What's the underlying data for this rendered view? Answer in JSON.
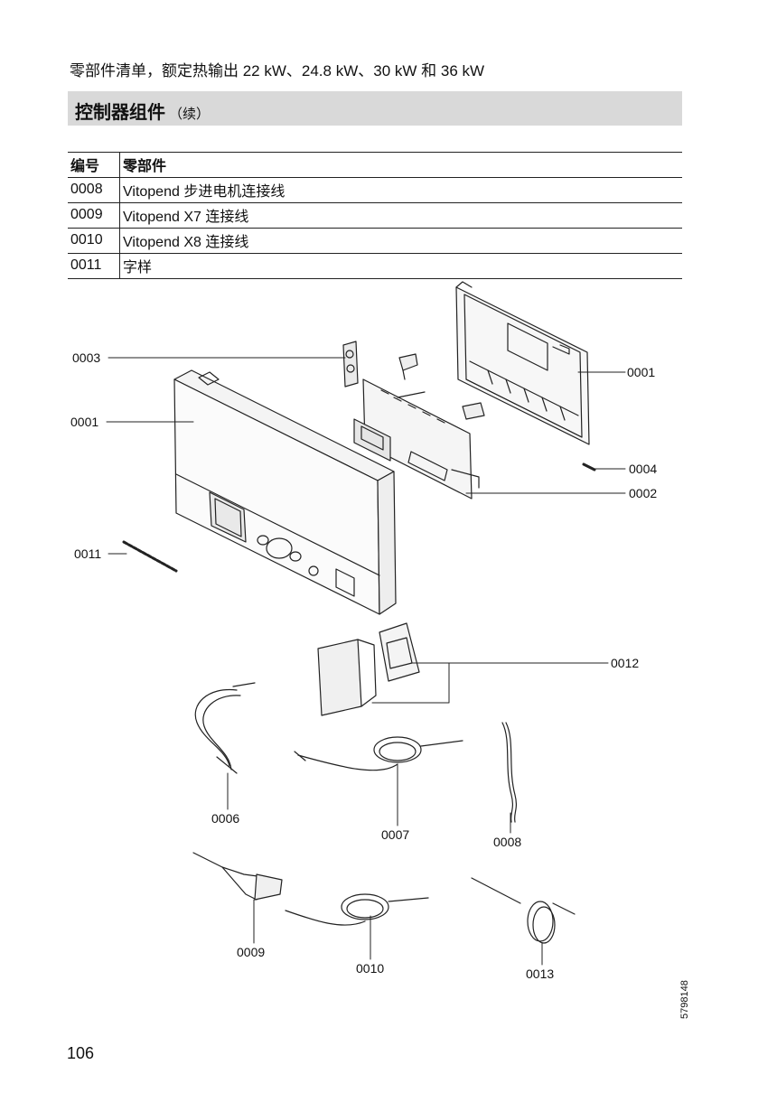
{
  "header": {
    "subtitle": "零部件清单，额定热输出 22 kW、24.8 kW、30 kW 和 36 kW",
    "section_title": "控制器组件",
    "section_cont": "（续）"
  },
  "table": {
    "headers": [
      "编号",
      "零部件"
    ],
    "rows": [
      {
        "no": "0008",
        "part": "Vitopend 步进电机连接线"
      },
      {
        "no": "0009",
        "part": "Vitopend X7 连接线"
      },
      {
        "no": "0010",
        "part": "Vitopend X8 连接线"
      },
      {
        "no": "0011",
        "part": "字样"
      }
    ]
  },
  "callouts": {
    "c0003": "0003",
    "c0001_left": "0001",
    "c0001_right": "0001",
    "c0004": "0004",
    "c0002": "0002",
    "c0011": "0011",
    "c0012": "0012",
    "c0006": "0006",
    "c0007": "0007",
    "c0008": "0008",
    "c0009": "0009",
    "c0010": "0010",
    "c0013": "0013"
  },
  "footer": {
    "page_number": "106",
    "doc_number": "5798148"
  }
}
